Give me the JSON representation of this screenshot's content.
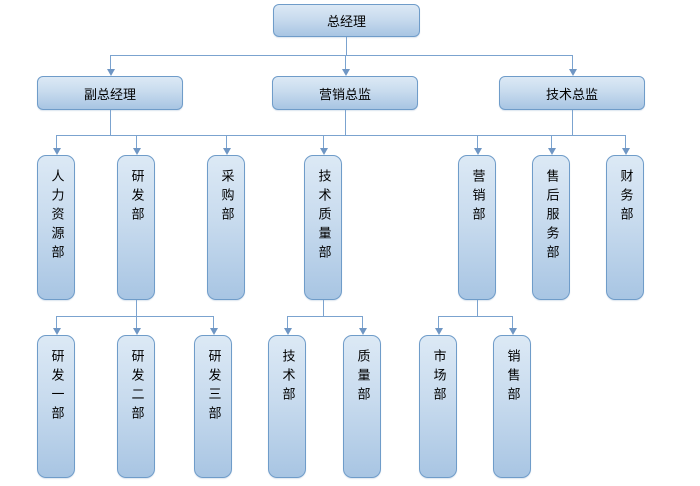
{
  "colors": {
    "box_border": "#6f9cc9",
    "box_fill_top": "#dce9f5",
    "box_fill_bottom": "#a8c5e3",
    "connector_line": "#7ba3cf",
    "connector_arrow": "#6f96c4",
    "text": "#000000",
    "background": "#ffffff"
  },
  "nodes": {
    "gm": {
      "label": "总经理"
    },
    "dgm": {
      "label": "副总经理"
    },
    "mk_dir": {
      "label": "营销总监"
    },
    "tech_dir": {
      "label": "技术总监"
    },
    "hr": {
      "label": "人力资源部"
    },
    "rd": {
      "label": "研发部"
    },
    "purchase": {
      "label": "采购部"
    },
    "tech_q": {
      "label": "技术质量部"
    },
    "mk_dept": {
      "label": "营销部"
    },
    "aftersale": {
      "label": "售后服务部"
    },
    "finance": {
      "label": "财务部"
    },
    "rd1": {
      "label": "研发一部"
    },
    "rd2": {
      "label": "研发二部"
    },
    "rd3": {
      "label": "研发三部"
    },
    "tech": {
      "label": "技术部"
    },
    "quality": {
      "label": "质量部"
    },
    "market": {
      "label": "市场部"
    },
    "sales": {
      "label": "销售部"
    }
  },
  "structure": {
    "type": "org-chart",
    "levels": [
      [
        "总经理"
      ],
      [
        "副总经理",
        "营销总监",
        "技术总监"
      ],
      [
        "人力资源部",
        "研发部",
        "采购部",
        "技术质量部",
        "营销部",
        "售后服务部",
        "财务部"
      ],
      [
        "研发一部",
        "研发二部",
        "研发三部",
        "技术部",
        "质量部",
        "市场部",
        "销售部"
      ]
    ],
    "subtrees": {
      "研发部": [
        "研发一部",
        "研发二部",
        "研发三部"
      ],
      "技术质量部": [
        "技术部",
        "质量部"
      ],
      "营销部": [
        "市场部",
        "销售部"
      ]
    }
  }
}
